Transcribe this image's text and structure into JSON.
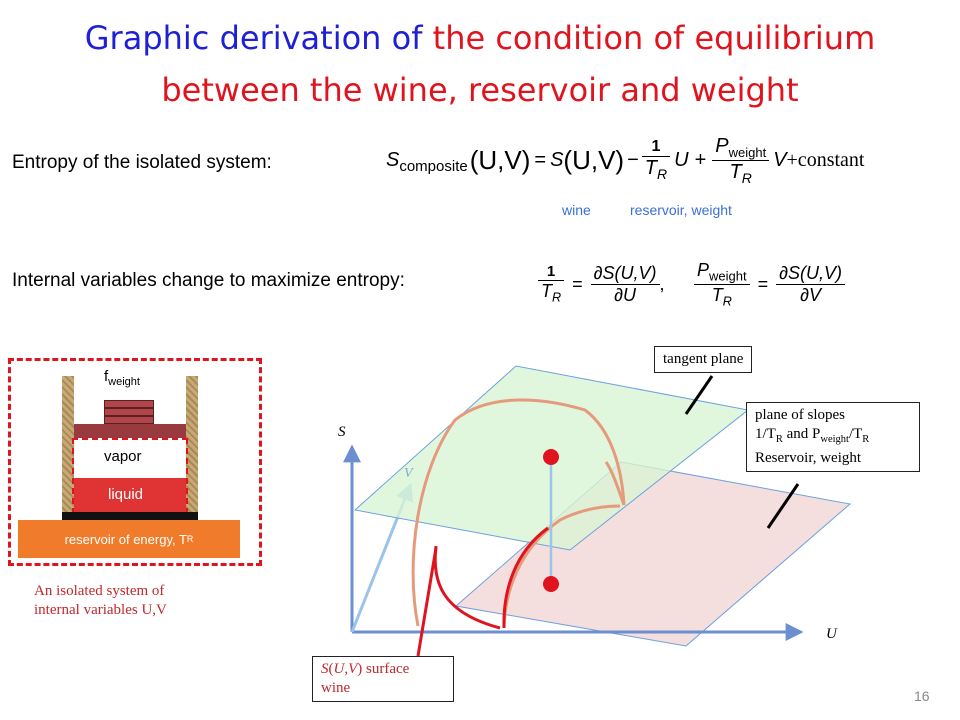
{
  "title": {
    "line1_blue": "Graphic derivation of ",
    "line1_red": "the condition of equilibrium",
    "line2_red": "between the wine, reservoir and weight"
  },
  "entropy_label": "Entropy of the isolated system:",
  "maximize_label": "Internal variables change to maximize entropy:",
  "equation1": {
    "S": "S",
    "composite": "composite",
    "lhs_args": "(U,V)",
    "equals": "=",
    "rhs_S": "S",
    "rhs_args": "(U,V)",
    "minus": "−",
    "open_bracket": "",
    "one": "1",
    "T": "T",
    "R": "R",
    "U": "U",
    "plus": "+",
    "P": "P",
    "weight": "weight",
    "V": "V",
    "close_bracket": "",
    "constant": "+constant"
  },
  "under_labels": {
    "wine": "wine",
    "reservoir_weight": "reservoir, weight"
  },
  "equation2": {
    "one": "1",
    "T": "T",
    "R": "R",
    "equals": "=",
    "dS_U": "∂S(U,V)",
    "dU": "∂U",
    "comma": ",",
    "P": "P",
    "weight": "weight",
    "dS_V": "∂S(U,V)",
    "dV": "∂V"
  },
  "left_figure": {
    "force_f": "f",
    "force_sub": "weight",
    "vapor": "vapor",
    "liquid": "liquid",
    "reservoir": "reservoir of energy, T",
    "reservoir_sub": "R",
    "caption_line1": "An isolated system of",
    "caption_line2": "internal variables U,V"
  },
  "plot": {
    "axis_S": "S",
    "axis_V": "V",
    "axis_U": "U"
  },
  "callouts": {
    "tangent": "tangent plane",
    "slopes_line1": "plane of slopes",
    "slopes_line2_a": "1/T",
    "slopes_line2_b": "R",
    "slopes_line2_c": " and P",
    "slopes_line2_d": "weight",
    "slopes_line2_e": "/T",
    "slopes_line2_f": "R",
    "slopes_line3": "Reservoir, weight",
    "surface_line1_a": "S",
    "surface_line1_b": "(",
    "surface_line1_c": "U,V",
    "surface_line1_d": ") surface",
    "surface_line2": "wine"
  },
  "page_number": "16",
  "colors": {
    "title_blue": "#1f1fd6",
    "title_red": "#e0141e",
    "wine_label_blue": "#3a6fd8",
    "tangent_fill": "#d9f5d3",
    "slope_fill": "#f5dede",
    "plane_edge": "#6ba0de",
    "curve_red": "#e0141e",
    "curve_orange": "#e59a7c",
    "axis_blue": "#6c8fd0",
    "reservoir_orange": "#f07b2a",
    "liquid_red": "#e03333",
    "brick": "#b0464a",
    "sand": "#c9a875"
  }
}
